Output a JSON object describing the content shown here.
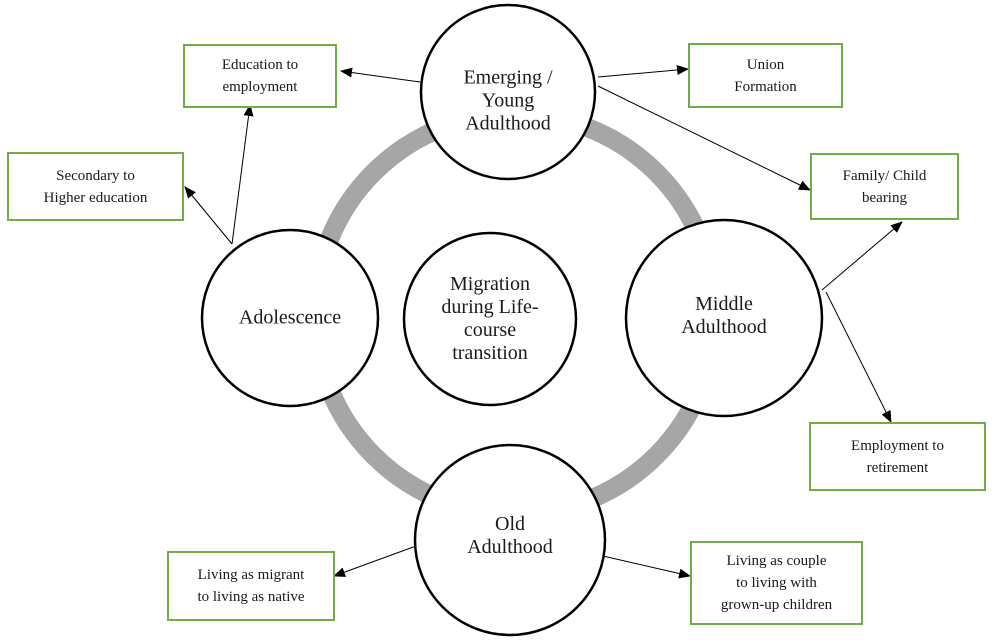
{
  "colors": {
    "ring": "#a6a6a6",
    "box_border": "#70ad47",
    "circle_border": "#000000"
  },
  "center": {
    "label": "Migration\nduring Life-\ncourse\ntransition"
  },
  "stages": {
    "emerging": "Emerging /\nYoung\nAdulthood",
    "adolescence": "Adolescence",
    "middle": "Middle\nAdulthood",
    "old": "Old\nAdulthood"
  },
  "transitions": {
    "education_to_employment": "Education to\nemployment",
    "secondary_to_higher": "Secondary to\nHigher education",
    "union_formation": "Union\nFormation",
    "family_child_bearing": "Family/ Child\nbearing",
    "employment_to_retirement": "Employment to\nretirement",
    "migrant_to_native": "Living as migrant\nto living as native",
    "couple_to_grownup": "Living as couple\nto living with\ngrown-up children"
  }
}
